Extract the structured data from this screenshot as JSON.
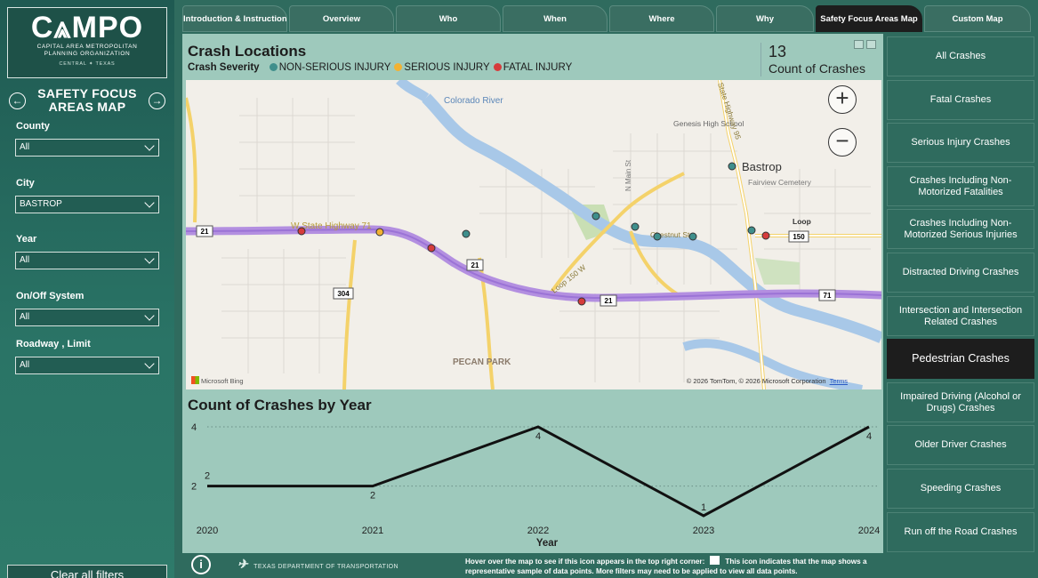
{
  "logo": {
    "wordmark": "C⩓MPO",
    "line1": "CAPITAL AREA METROPOLITAN",
    "line2": "PLANNING ORGANIZATION",
    "line3": "CENTRAL ✦ TEXAS"
  },
  "nav": {
    "title": "SAFETY FOCUS AREAS MAP",
    "prev_icon": "arrow-left-circle-icon",
    "next_icon": "arrow-right-circle-icon"
  },
  "filters": [
    {
      "label": "County",
      "value": "All"
    },
    {
      "label": "City",
      "value": "BASTROP"
    },
    {
      "label": "Year",
      "value": "All"
    },
    {
      "label": "On/Off System",
      "value": "All"
    },
    {
      "label": "Roadway , Limit",
      "value": "All"
    }
  ],
  "clear_filters": "Clear all filters",
  "tabs": [
    {
      "label": "Introduction & Instructions"
    },
    {
      "label": "Overview"
    },
    {
      "label": "Who"
    },
    {
      "label": "When"
    },
    {
      "label": "Where"
    },
    {
      "label": "Why"
    },
    {
      "label": "Safety Focus Areas Map",
      "active": true
    },
    {
      "label": "Custom Map"
    }
  ],
  "map": {
    "title": "Crash Locations",
    "legend_title": "Crash Severity",
    "legend": [
      {
        "label": "NON-SERIOUS INJURY",
        "color": "#3f8f8c"
      },
      {
        "label": "SERIOUS INJURY",
        "color": "#f2b233"
      },
      {
        "label": "FATAL INJURY",
        "color": "#d63c3c"
      }
    ],
    "kpi_value": "13",
    "kpi_label": "Count of Crashes",
    "labels": {
      "river": "Colorado River",
      "highway_name": "W State Highway 71",
      "school": "Genesis High School",
      "city": "Bastrop",
      "cemetery": "Fairview Cemetery",
      "park": "PECAN PARK",
      "street": "Chestnut St",
      "loop": "Loop 150 W",
      "state_hwy": "State Highway 95",
      "main_st": "N Main St",
      "loop_label": "Loop",
      "shield_21": "21",
      "shield_304": "304",
      "shield_150": "150",
      "shield_71": "71"
    },
    "credit": "© 2026 TomTom, © 2026 Microsoft Corporation",
    "terms": "Terms",
    "bing": "Microsoft Bing",
    "zoom_in": "+",
    "zoom_out": "−"
  },
  "chart_title": "Count of Crashes by Year",
  "chart_data": {
    "type": "line",
    "x": [
      "2020",
      "2021",
      "2022",
      "2023",
      "2024"
    ],
    "values": [
      2,
      2,
      4,
      1,
      4
    ],
    "xlabel": "Year",
    "ylabel": "",
    "yticks": [
      "2",
      "4"
    ],
    "ylim": [
      1,
      4
    ],
    "grid": true,
    "line_color": "#111111"
  },
  "right_buttons": [
    {
      "label": "All Crashes"
    },
    {
      "label": "Fatal Crashes"
    },
    {
      "label": "Serious Injury Crashes"
    },
    {
      "label": "Crashes Including Non-Motorized Fatalities"
    },
    {
      "label": "Crashes Including Non-Motorized Serious Injuries"
    },
    {
      "label": "Distracted Driving Crashes"
    },
    {
      "label": "Intersection and Intersection Related Crashes"
    },
    {
      "label": "Pedestrian Crashes",
      "active": true
    },
    {
      "label": "Impaired Driving (Alcohol or Drugs) Crashes"
    },
    {
      "label": "Older Driver Crashes"
    },
    {
      "label": "Speeding Crashes"
    },
    {
      "label": "Run off the Road Crashes"
    }
  ],
  "footer": {
    "info_icon": "i",
    "txdot": "TEXAS DEPARTMENT OF TRANSPORTATION",
    "txdot_mark": "✈",
    "note_a": "Hover over the map to see if this icon appears in the top right corner:",
    "note_b": "This icon indicates that the map shows a representative sample of data points. More filters may need to be applied to view all data points."
  }
}
